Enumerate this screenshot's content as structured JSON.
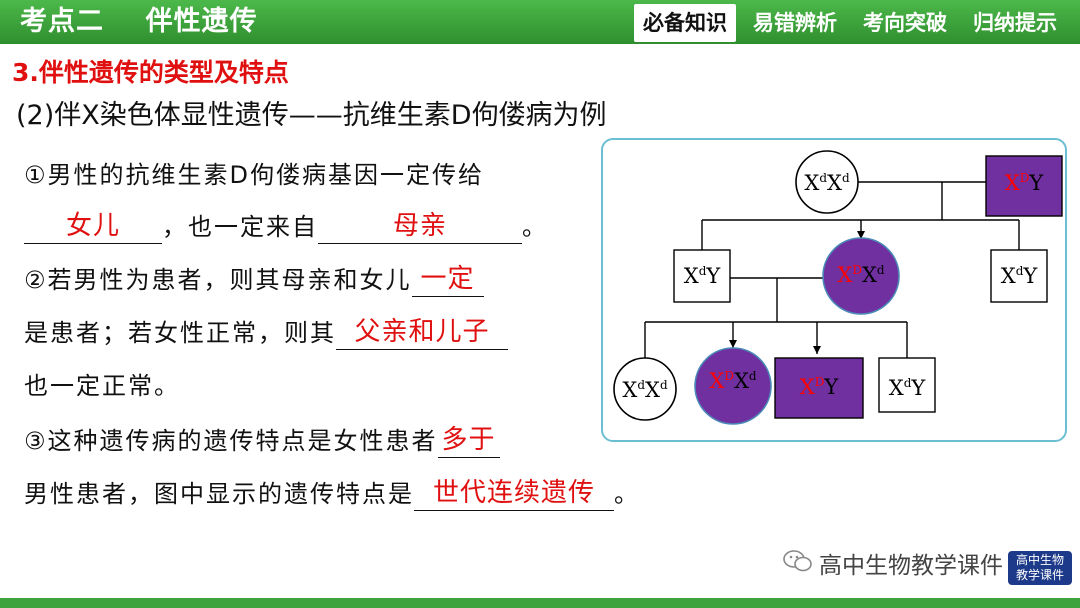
{
  "header": {
    "title": "考点二    伴性遗传",
    "tabs": [
      {
        "label": "必备知识",
        "active": true
      },
      {
        "label": "易错辨析",
        "active": false
      },
      {
        "label": "考向突破",
        "active": false
      },
      {
        "label": "归纳提示",
        "active": false
      }
    ]
  },
  "content": {
    "heading": "3.伴性遗传的类型及特点",
    "subheading": "(2)伴X染色体显性遗传——抗维生素D佝偻病为例",
    "q1_text": "①男性的抗维生素D佝偻病基因一定传给",
    "q1_ans1": "女儿",
    "q1_mid": "，也一定来自",
    "q1_ans2": "母亲",
    "q1_end": "。",
    "q2_text": "②若男性为患者，则其母亲和女儿",
    "q2_ans1": "一定",
    "q2_cont": "是患者；若女性正常，则其",
    "q2_ans2": "父亲和儿子",
    "q2_end": "也一定正常。",
    "q3_text": "③这种遗传病的遗传特点是女性患者",
    "q3_ans1": "多于",
    "q3_cont": "男性患者，图中显示的遗传特点是",
    "q3_ans2": "世代连续遗传",
    "q3_end": "。"
  },
  "pedigree": {
    "colors": {
      "affected_fill": "#7030a0",
      "affected_text": "#ff0000",
      "normal_fill": "#ffffff",
      "line": "#000000",
      "border": "#6bbfd2"
    },
    "gen1_female": {
      "base1": "X",
      "sup1": "d",
      "base2": "X",
      "sup2": "d"
    },
    "gen1_male": {
      "base1": "X",
      "sup1": "D",
      "base2": "Y"
    },
    "gen2_male_left": {
      "base1": "X",
      "sup1": "d",
      "base2": "Y"
    },
    "gen2_female_center": {
      "base1": "X",
      "sup1": "D",
      "base2": "X",
      "sup2": "d"
    },
    "gen2_male_right": {
      "base1": "X",
      "sup1": "d",
      "base2": "Y"
    },
    "gen3_female_1": {
      "base1": "X",
      "sup1": "d",
      "base2": "X",
      "sup2": "d"
    },
    "gen3_female_2": {
      "base1": "X",
      "sup1": "D",
      "base2": "X",
      "sup2": "d"
    },
    "gen3_male_3": {
      "base1": "X",
      "sup1": "D",
      "base2": "Y"
    },
    "gen3_male_4": {
      "base1": "X",
      "sup1": "d",
      "base2": "Y"
    }
  },
  "watermark": {
    "text": "高中生物教学课件",
    "icon": "wechat-icon",
    "logo_line1": "高中生物",
    "logo_line2": "教学课件"
  }
}
